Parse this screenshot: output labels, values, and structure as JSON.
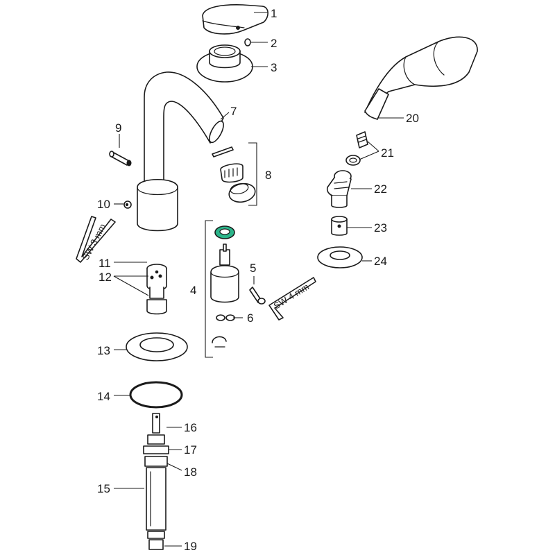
{
  "callouts": {
    "c1": "1",
    "c2": "2",
    "c3": "3",
    "c4": "4",
    "c5": "5",
    "c6": "6",
    "c7": "7",
    "c8": "8",
    "c9": "9",
    "c10": "10",
    "c11": "11",
    "c12": "12",
    "c13": "13",
    "c14": "14",
    "c15": "15",
    "c16": "16",
    "c17": "17",
    "c18": "18",
    "c19": "19",
    "c20": "20",
    "c21": "21",
    "c22": "22",
    "c23": "23",
    "c24": "24"
  },
  "tools": {
    "allen_key_small": "SW 3 mm",
    "allen_key_large": "SW 4 mm"
  },
  "colors": {
    "line": "#1a1a1a",
    "cartridge_nut_accent": "#2bb58a"
  }
}
